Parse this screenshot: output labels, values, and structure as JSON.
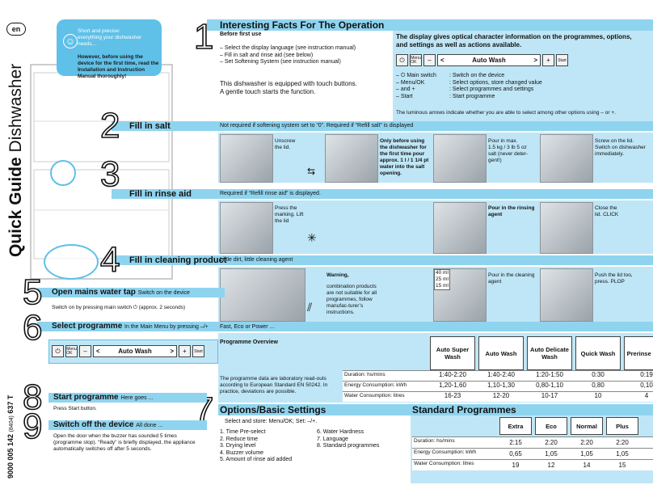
{
  "lang": "en",
  "side_title_bold": "Quick Guide",
  "side_title_rest": " Dishwasher",
  "side_code": "9000 005 142",
  "side_code_small": "(8404)",
  "side_code_end": "637 T",
  "intro": {
    "p1": "Short and precise:\neverything your dishwasher needs...",
    "p2": "However, before using the device for the first time, read the Installation and Instruction Manual thoroughly!"
  },
  "steps": {
    "s1": {
      "num": "1",
      "title": "Interesting Facts For The Operation",
      "sub": "Before first use",
      "items": [
        "Select the display language (see instruction manual)",
        "Fill in salt and rinse aid (see below)",
        "Set Softening System (see instruction manual)"
      ],
      "touch": "This dishwasher is equipped with touch buttons.\nA gentle touch starts the function.",
      "disp_info": "The display gives optical character information on the programmes, options, and settings as well as actions available.",
      "legend": [
        [
          "– ⏻ Main switch",
          ": Switch on the device"
        ],
        [
          "– Menu/OK",
          ": Select options, store changed value"
        ],
        [
          "– and +",
          ": Select programmes and settings"
        ],
        [
          "– Start",
          ": Start programme"
        ]
      ],
      "arrows_note": "The luminous arrows indicate whether you are able to select among other options using – or +."
    },
    "s2": {
      "num": "2",
      "title": "Fill in salt",
      "note": "Not required if softening system set to “0”. Required if “Refill salt” is displayed",
      "c1": "Unscrew\nthe lid.",
      "c2": "Only before using the dishwasher for the first time pour approx. 1 l / 1 1/4 pt water into the salt opening.",
      "c3": "Pour in max.\n1.5 kg / 3 lb 5 oz salt (never deter-gent!)",
      "c4": "Screw on the lid. Switch on dishwasher immediately."
    },
    "s3": {
      "num": "3",
      "title": "Fill in rinse aid",
      "note": "Required if “Refill rinse aid” is displayed.",
      "c1": "Press the marking. Lift the lid",
      "c2": "Pour in the rinsing agent",
      "c3": "Close the lid. CLICK"
    },
    "s4": {
      "num": "4",
      "title": "Fill in cleaning product",
      "note": "Little dirt, little cleaning agent",
      "warn": "Warning,",
      "warn_text": "combination products are not suitable for all programmes, follow manufac-turer’s instructions.",
      "c2": "Pour in the cleaning agent",
      "c3": "Push the lid too, press. PLOP",
      "ml": [
        "40 ml",
        "25 ml",
        "15 ml"
      ]
    },
    "s5": {
      "num": "5",
      "title": "Open mains water tap",
      "title_rest": "Switch on the device",
      "text": "Switch on by pressing main switch ⏻ (approx. 2 seconds)"
    },
    "s6": {
      "num": "6",
      "title": "Select programme",
      "title_rest": "In the Main Menu by pressing –/+",
      "note": "Fast, Eco or Power ..."
    },
    "s7": {
      "num": "7",
      "title": "Options/Basic Settings",
      "sub": "Select and store: Menu/OK; Set: –/+.",
      "col1": [
        "1. Time Pre-select",
        "2. Reduce time",
        "3. Drying level",
        "4. Buzzer volume",
        "5. Amount of rinse aid added"
      ],
      "col2": [
        "6. Water Hardness",
        "7. Language",
        "8. Standard programmes"
      ]
    },
    "s8": {
      "num": "8",
      "title": "Start programme",
      "title_rest": "Here goes ...",
      "text": "Press Start button."
    },
    "s9": {
      "num": "9",
      "title": "Switch off the device",
      "title_rest": "All done ...",
      "text": "Open the door when the buzzer has sounded 5 times (programme stop). “Ready” is briefly displayed, the appliance automatically switches off after 5 seconds."
    }
  },
  "display": {
    "menu": "Menu\nOK",
    "minus": "–",
    "lt": "<",
    "value": "Auto Wash",
    "gt": ">",
    "plus": "+",
    "start": "Start"
  },
  "programme_overview": {
    "title": "Programme Overview",
    "note": "The programme data are laboratory read-outs according to European Standard EN 50242. In practice, deviations are possible.",
    "cols": [
      "Auto Super Wash",
      "Auto Wash",
      "Auto Delicate Wash",
      "Quick Wash",
      "Prerinse Only"
    ],
    "rows": [
      {
        "label": "Duration: hs/mins",
        "vals": [
          "1:40-2:20",
          "1:40-2:40",
          "1:20-1:50",
          "0:30",
          "0:19"
        ]
      },
      {
        "label": "Energy Consumption: kWh",
        "vals": [
          "1,20-1,60",
          "1,10-1,30",
          "0,80-1,10",
          "0,80",
          "0,10"
        ]
      },
      {
        "label": "Water Consumption: litres",
        "vals": [
          "16-23",
          "12-20",
          "10-17",
          "10",
          "4"
        ]
      }
    ]
  },
  "standard": {
    "title": "Standard Programmes",
    "cols": [
      "Extra",
      "Eco",
      "Normal",
      "Plus"
    ],
    "rows": [
      {
        "label": "Duration: hs/mins",
        "vals": [
          "2:15",
          "2:20",
          "2:20",
          "2:20"
        ]
      },
      {
        "label": "Energy Consumption: kWh",
        "vals": [
          "0,65",
          "1,05",
          "1,05",
          "1,05"
        ]
      },
      {
        "label": "Water Consumption: litres",
        "vals": [
          "19",
          "12",
          "14",
          "15"
        ]
      }
    ]
  },
  "colors": {
    "band": "#8fd4ef",
    "light": "#bfe6f6"
  }
}
